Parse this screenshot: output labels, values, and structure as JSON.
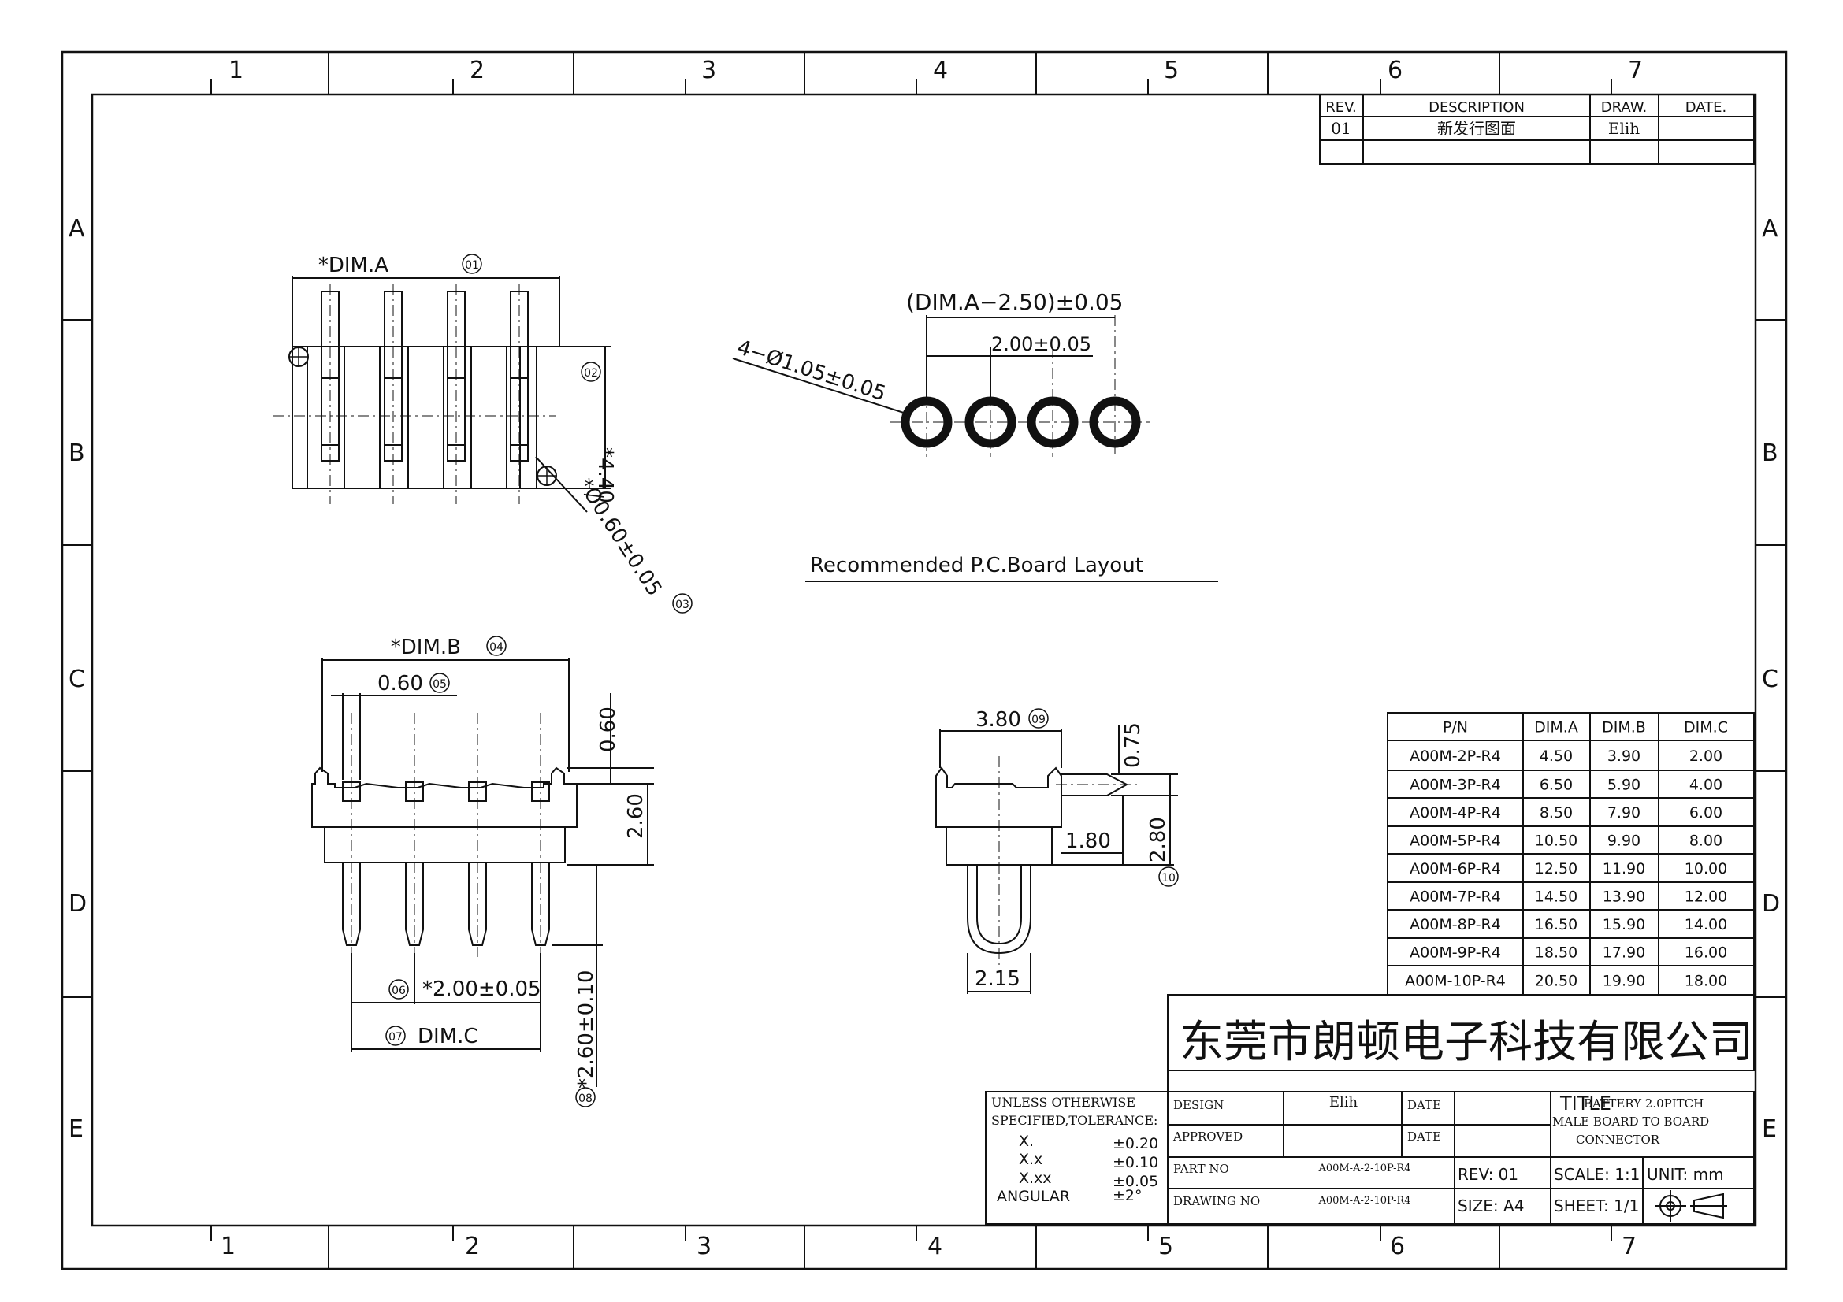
{
  "zones": {
    "columns": [
      "1",
      "2",
      "3",
      "4",
      "5",
      "6",
      "7"
    ],
    "rows": [
      "A",
      "B",
      "C",
      "D",
      "E"
    ]
  },
  "revision_block": {
    "headers": {
      "rev": "REV.",
      "description": "DESCRIPTION",
      "draw": "DRAW.",
      "date": "DATE."
    },
    "rows": [
      {
        "rev": "01",
        "description": "新发行图面",
        "draw": "Elih",
        "date": ""
      }
    ]
  },
  "views": {
    "top_view": {
      "dim_a": "*DIM.A",
      "dim_a_ref": "01",
      "height": "*4.40",
      "height_ref": "02",
      "pin_dia": "*Ø0.60±0.05",
      "pin_dia_ref": "03"
    },
    "pcb_layout": {
      "overall": "(DIM.A−2.50)±0.05",
      "pitch": "2.00±0.05",
      "holes": "4−Ø1.05±0.05",
      "caption": "Recommended P.C.Board Layout"
    },
    "front_view": {
      "dim_b": "*DIM.B",
      "dim_b_ref": "04",
      "pin_width": "0.60",
      "pin_width_ref": "05",
      "top_offset": "0.60",
      "body_height": "2.60",
      "pitch": "*2.00±0.05",
      "pitch_ref": "06",
      "dim_c": "DIM.C",
      "dim_c_ref": "07",
      "pin_length": "*2.60±0.10",
      "pin_length_ref": "08"
    },
    "side_view": {
      "depth": "3.80",
      "depth_ref": "09",
      "top": "0.75",
      "height": "2.80",
      "height_ref": "10",
      "offset": "1.80",
      "bottom": "2.15"
    }
  },
  "dim_table": {
    "headers": [
      "P/N",
      "DIM.A",
      "DIM.B",
      "DIM.C"
    ],
    "rows": [
      [
        "A00M-2P-R4",
        "4.50",
        "3.90",
        "2.00"
      ],
      [
        "A00M-3P-R4",
        "6.50",
        "5.90",
        "4.00"
      ],
      [
        "A00M-4P-R4",
        "8.50",
        "7.90",
        "6.00"
      ],
      [
        "A00M-5P-R4",
        "10.50",
        "9.90",
        "8.00"
      ],
      [
        "A00M-6P-R4",
        "12.50",
        "11.90",
        "10.00"
      ],
      [
        "A00M-7P-R4",
        "14.50",
        "13.90",
        "12.00"
      ],
      [
        "A00M-8P-R4",
        "16.50",
        "15.90",
        "14.00"
      ],
      [
        "A00M-9P-R4",
        "18.50",
        "17.90",
        "16.00"
      ],
      [
        "A00M-10P-R4",
        "20.50",
        "19.90",
        "18.00"
      ]
    ]
  },
  "title_block": {
    "company": "东莞市朗顿电子科技有限公司",
    "tolerance": {
      "line1": "UNLESS OTHERWISE",
      "line2": "SPECIFIED,TOLERANCE:",
      "rows": [
        {
          "label": "X.",
          "value": "±0.20"
        },
        {
          "label": "X.x",
          "value": "±0.10"
        },
        {
          "label": "X.xx",
          "value": "±0.05"
        },
        {
          "label": "ANGULAR",
          "value": "±2°"
        }
      ]
    },
    "design_label": "DESIGN",
    "design_value": "Elih",
    "date_label": "DATE",
    "approved_label": "APPROVED",
    "part_no_label": "PART NO",
    "part_no_value": "A00M-A-2-10P-R4",
    "drawing_no_label": "DRAWING NO",
    "drawing_no_value": "A00M-A-2-10P-R4",
    "rev": "REV:  01",
    "size": "SIZE: A4",
    "title_label": "TITLE",
    "title_line1": "BATTERY 2.0PITCH",
    "title_line2": "MALE BOARD TO BOARD",
    "title_line3": "CONNECTOR",
    "scale": "SCALE: 1:1",
    "unit": "UNIT: mm",
    "sheet": "SHEET: 1/1"
  }
}
